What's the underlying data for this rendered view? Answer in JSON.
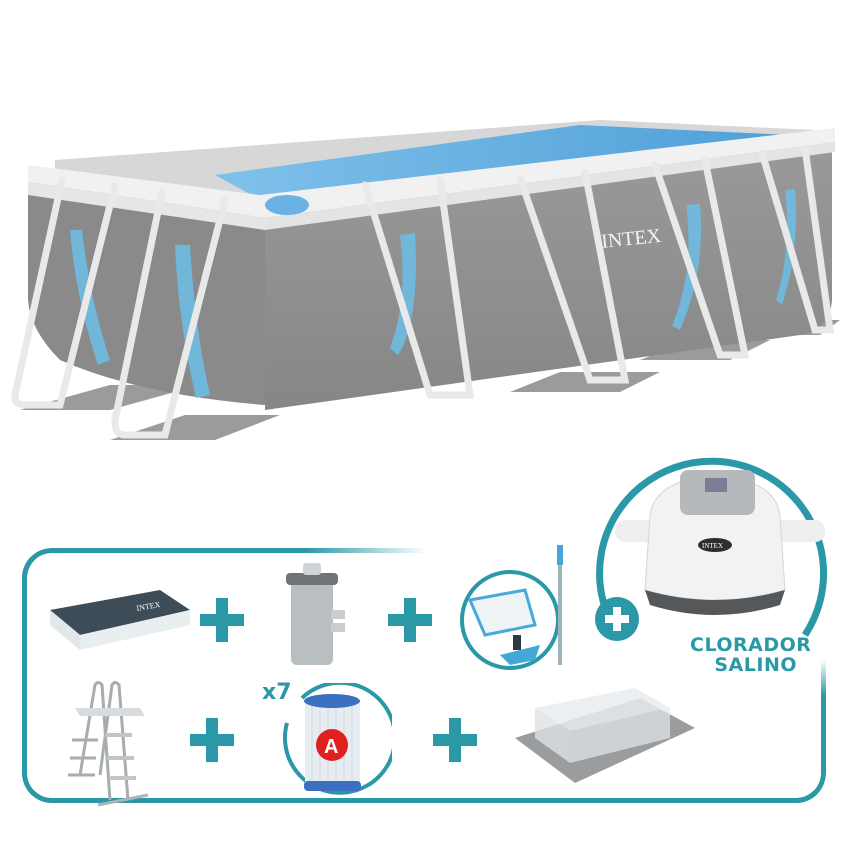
{
  "product": {
    "brand_logo": "INTEX",
    "main_item": "rectangular-frame-pool",
    "colors": {
      "accent_teal": "#2a98a6",
      "wall_gray": "#8d8d8d",
      "rim_white": "#eeeeee",
      "water_blue": "#5aa9df",
      "window_blue": "#74bde0",
      "badge_red": "#e0201e",
      "cover_dark": "#3e4c57"
    }
  },
  "accessories": {
    "cover": {
      "logo": "INTEX"
    },
    "filter_pump": {},
    "skimmer_kit": {},
    "chlorinator": {
      "label_line1": "CLORADOR",
      "label_line2": "SALINO",
      "logo": "INTEX"
    },
    "ladder": {},
    "cartridge": {
      "quantity": "x7",
      "type_badge": "A"
    },
    "ground_cloth": {}
  },
  "plus_symbol": "+"
}
